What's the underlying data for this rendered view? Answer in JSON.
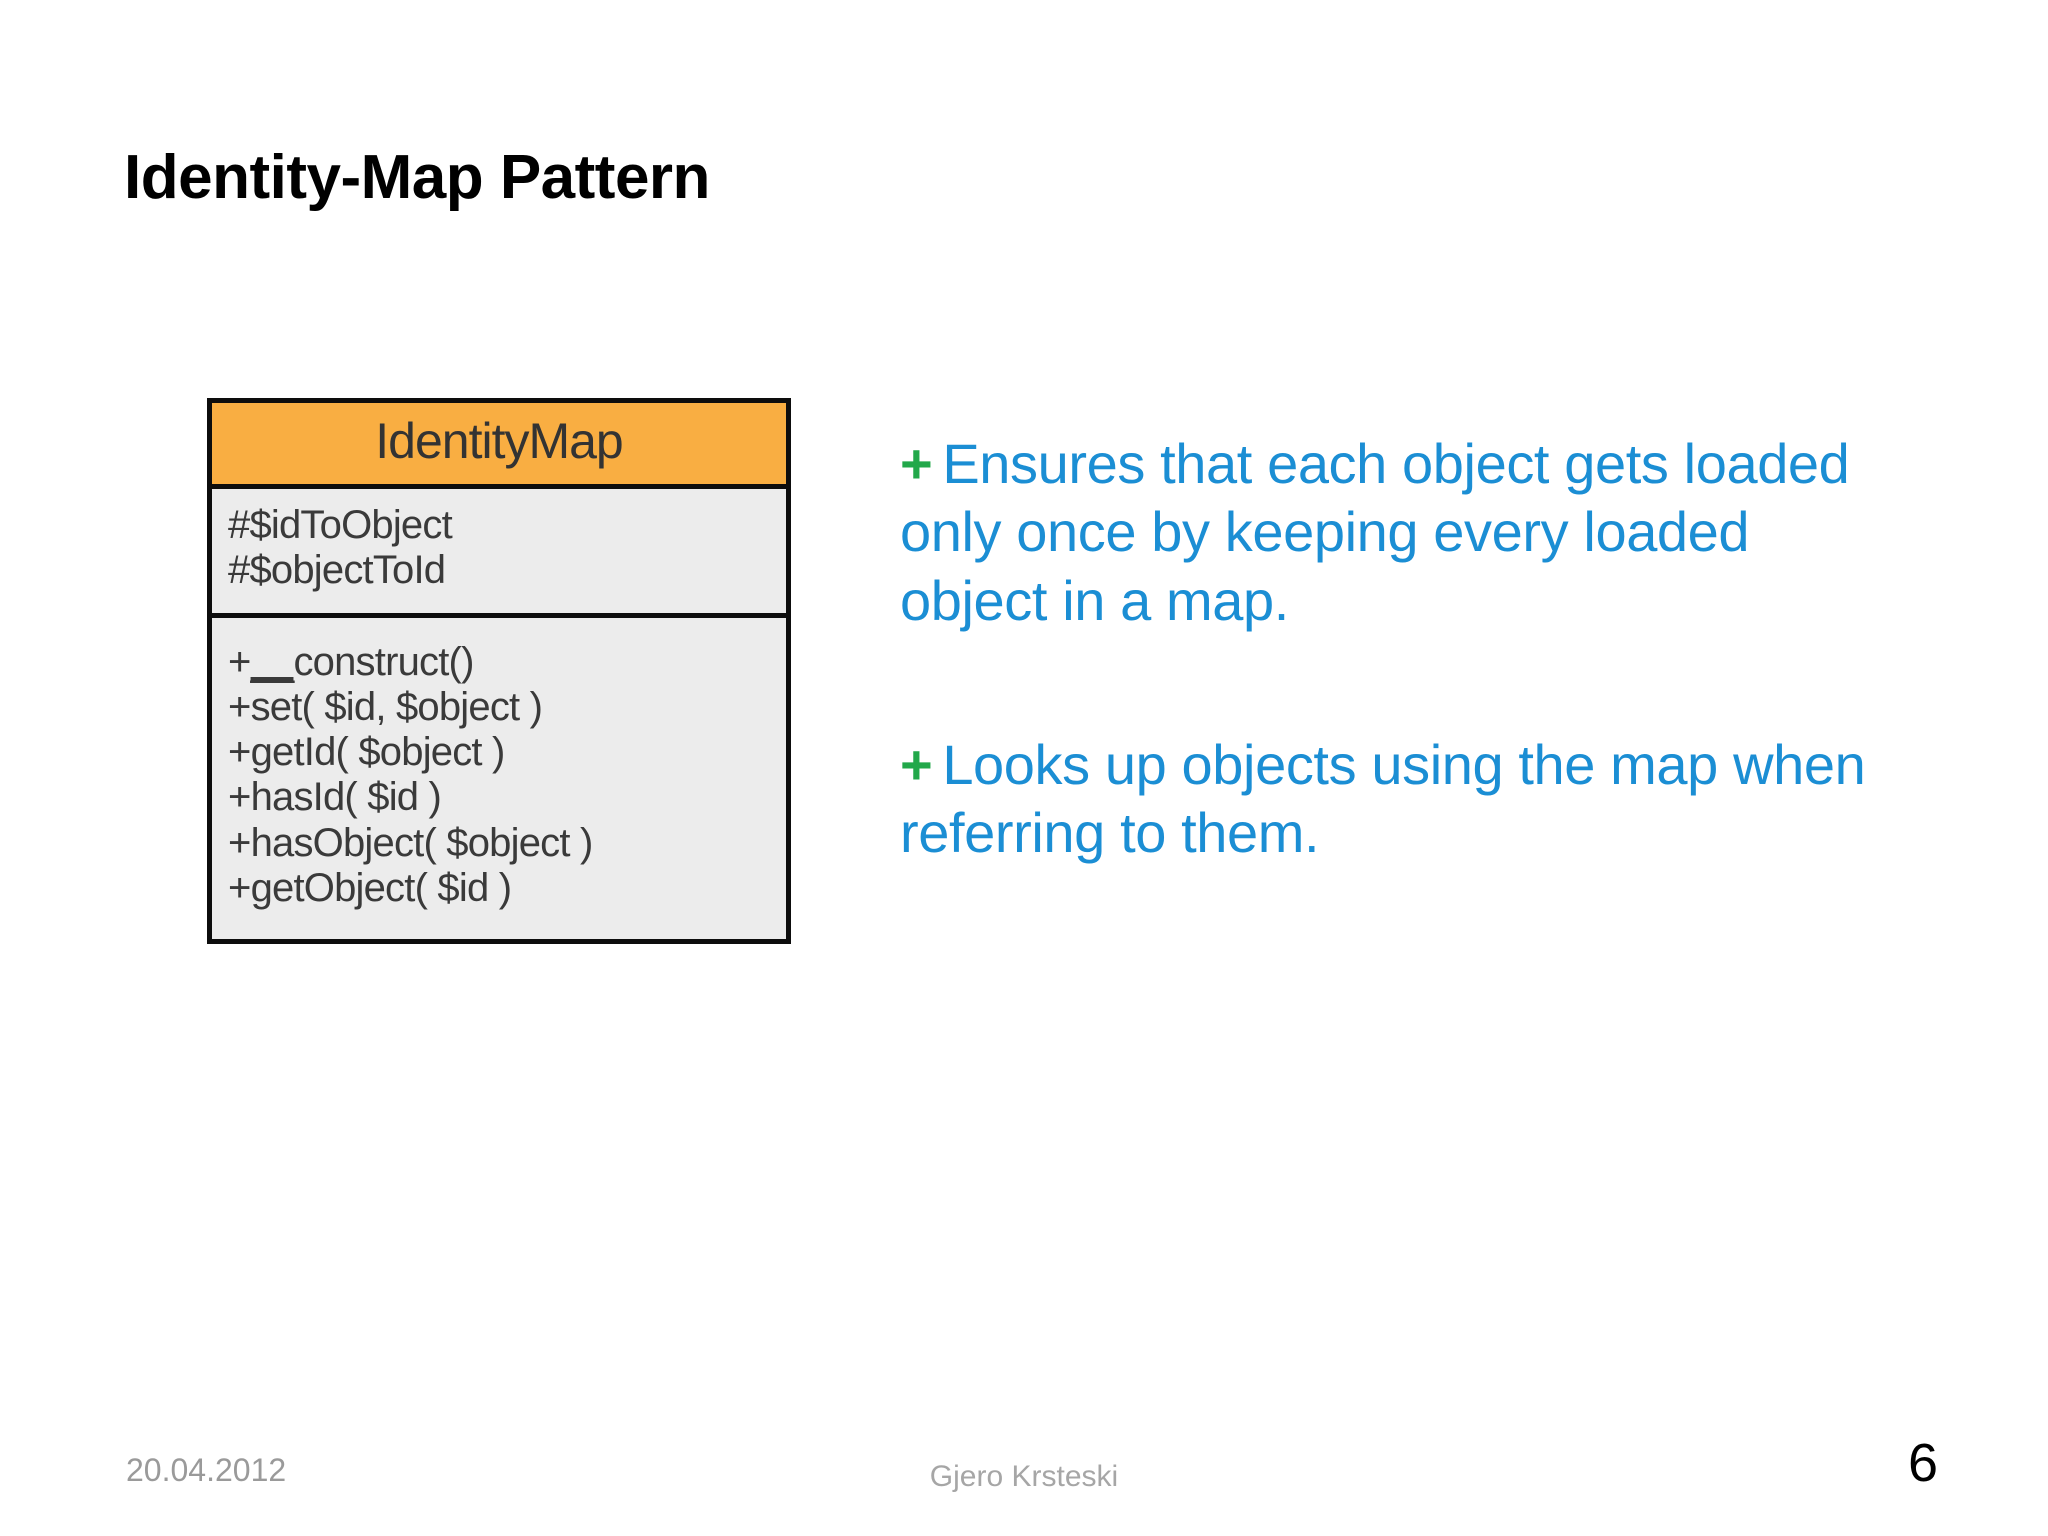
{
  "slide": {
    "title": "Identity-Map Pattern",
    "background_color": "#ffffff"
  },
  "uml_class": {
    "name": "IdentityMap",
    "header_color": "#f9ae42",
    "body_color": "#ececec",
    "border_color": "#0d0d0d",
    "attributes": [
      "#$idToObject",
      "#$objectToId"
    ],
    "methods": [
      {
        "prefix": "+",
        "underlined": "__",
        "rest": "construct()"
      },
      {
        "prefix": "+",
        "underlined": "",
        "rest": "set( $id, $object )"
      },
      {
        "prefix": "+",
        "underlined": "",
        "rest": "getId( $object )"
      },
      {
        "prefix": "+",
        "underlined": "",
        "rest": "hasId( $id )"
      },
      {
        "prefix": "+",
        "underlined": "",
        "rest": "hasObject( $object )"
      },
      {
        "prefix": "+",
        "underlined": "",
        "rest": "getObject( $id )"
      }
    ]
  },
  "bullets": {
    "marker": "+",
    "marker_color": "#22a84a",
    "text_color": "#1b8ed4",
    "items": [
      "Ensures that each object gets loaded only once by keeping every loaded object in a map.",
      "Looks up objects using the map when referring to them."
    ]
  },
  "footer": {
    "date": "20.04.2012",
    "author": "Gjero Krsteski",
    "page_number": "6",
    "muted_color": "#a6a6a6"
  }
}
